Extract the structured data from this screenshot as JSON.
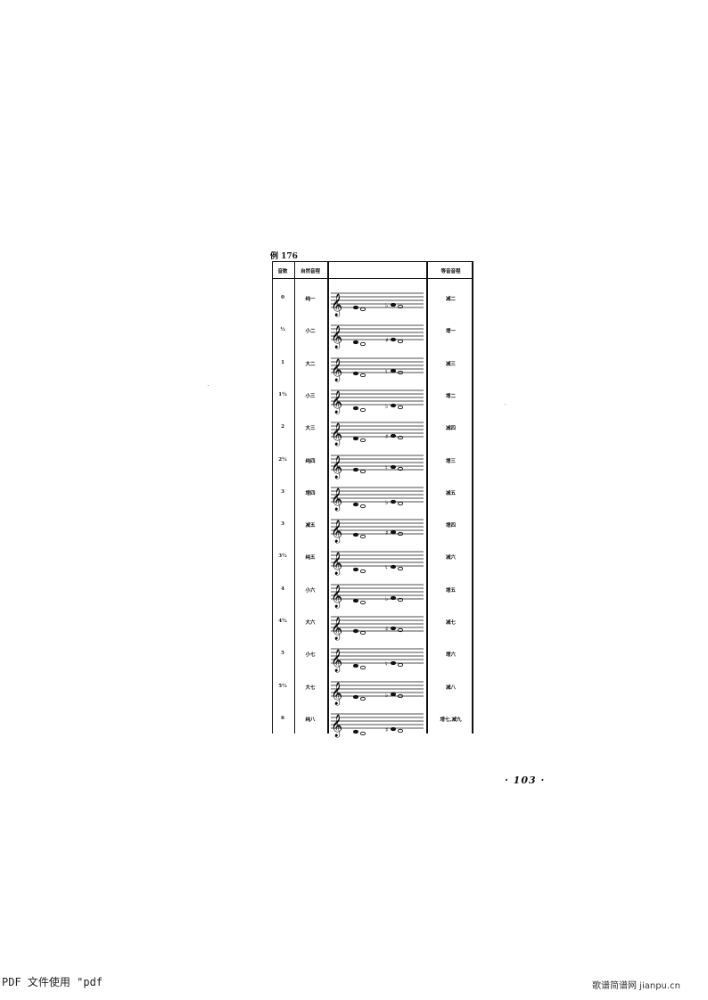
{
  "example_label": "例 176",
  "headers": {
    "steps": "音数",
    "interval": "自然音程",
    "enharmonic": "等音音程"
  },
  "rows": [
    {
      "steps": "0",
      "interval": "纯一",
      "enharmonic": "减二"
    },
    {
      "steps": "½",
      "interval": "小二",
      "enharmonic": "增一"
    },
    {
      "steps": "1",
      "interval": "大二",
      "enharmonic": "减三"
    },
    {
      "steps": "1½",
      "interval": "小三",
      "enharmonic": "增二"
    },
    {
      "steps": "2",
      "interval": "大三",
      "enharmonic": "减四"
    },
    {
      "steps": "2½",
      "interval": "纯四",
      "enharmonic": "增三"
    },
    {
      "steps": "3",
      "interval": "增四",
      "enharmonic": "减五"
    },
    {
      "steps": "3",
      "interval": "减五",
      "enharmonic": "增四"
    },
    {
      "steps": "3½",
      "interval": "纯五",
      "enharmonic": "减六"
    },
    {
      "steps": "4",
      "interval": "小六",
      "enharmonic": "增五"
    },
    {
      "steps": "4½",
      "interval": "大六",
      "enharmonic": "减七"
    },
    {
      "steps": "5",
      "interval": "小七",
      "enharmonic": "增六"
    },
    {
      "steps": "5½",
      "interval": "大七",
      "enharmonic": "减八"
    },
    {
      "steps": "6",
      "interval": "纯八",
      "enharmonic": "增七,减九"
    }
  ],
  "page_number": "· 103 ·",
  "footer_left": "PDF 文件使用 \"pdf",
  "footer_right": "歌谱简谱网 jianpu.cn"
}
